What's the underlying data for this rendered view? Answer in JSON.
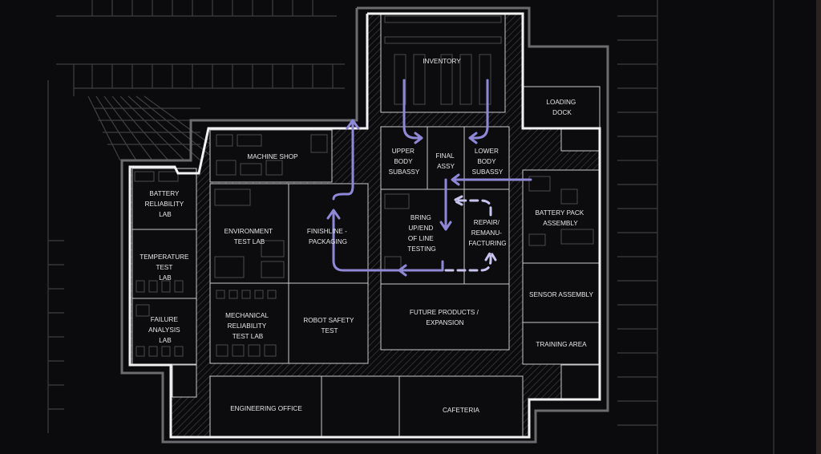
{
  "rooms": {
    "inventory": "INVENTORY",
    "loading_dock": [
      "LOADING",
      "DOCK"
    ],
    "machine_shop": "MACHINE SHOP",
    "upper_body_subassy": [
      "UPPER",
      "BODY",
      "SUBASSY"
    ],
    "final_assy": [
      "FINAL",
      "ASSY"
    ],
    "lower_body_subassy": [
      "LOWER",
      "BODY",
      "SUBASSY"
    ],
    "battery_reliability_lab": [
      "BATTERY",
      "RELIABILITY",
      "LAB"
    ],
    "environment_test_lab": [
      "ENVIRONMENT",
      "TEST LAB"
    ],
    "finishline_packaging": [
      "FINISHLINE -",
      "PACKAGING"
    ],
    "bring_up_end_of_line_testing": [
      "BRING",
      "UP/END",
      "OF LINE",
      "TESTING"
    ],
    "repair_remanufacturing": [
      "REPAIR/",
      "REMANU-",
      "FACTURING"
    ],
    "battery_pack_assembly": [
      "BATTERY PACK",
      "ASSEMBLY"
    ],
    "temperature_test_lab": [
      "TEMPERATURE",
      "TEST",
      "LAB"
    ],
    "mechanical_reliability_test_lab": [
      "MECHANICAL",
      "RELIABILITY",
      "TEST LAB"
    ],
    "robot_safety_test": [
      "ROBOT SAFETY",
      "TEST"
    ],
    "future_products_expansion": [
      "FUTURE PRODUCTS /",
      "EXPANSION"
    ],
    "sensor_assembly": "SENSOR ASSEMBLY",
    "failure_analysis_lab": [
      "FAILURE",
      "ANALYSIS",
      "LAB"
    ],
    "training_area": "TRAINING AREA",
    "engineering_office": "ENGINEERING OFFICE",
    "cafeteria": "CAFETERIA"
  },
  "colors": {
    "background": "#0b0b0d",
    "wall": "#f2f2f2",
    "room_line": "#c9c9cc",
    "flow_arrow": "#8f88d6",
    "flow_dashed": "#c8c4ee"
  }
}
